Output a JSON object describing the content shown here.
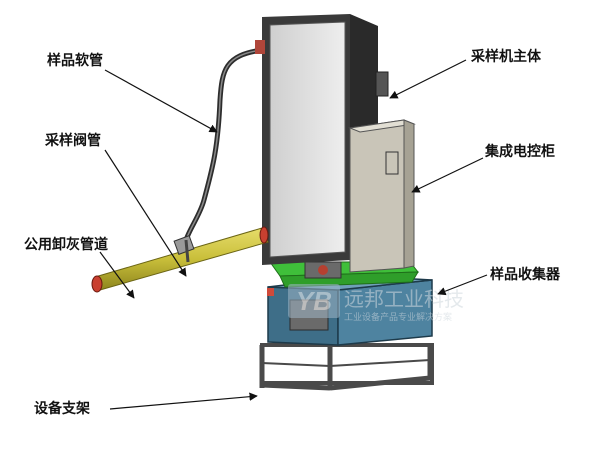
{
  "labels": {
    "sample_hose": "样品软管",
    "sampling_valve_tube": "采样阀管",
    "public_ash_pipe": "公用卸灰管道",
    "sampler_main_body": "采样机主体",
    "integrated_control_cabinet": "集成电控柜",
    "sample_collector": "样品收集器",
    "equipment_support_frame": "设备支架"
  },
  "watermark": {
    "logo_text": "YB",
    "company_name": "远邦工业科技",
    "slogan": "工业设备产品专业解决方案"
  },
  "colors": {
    "cabinet": "#d8d8d8",
    "cabinet_dark": "#3a3a3a",
    "control_box": "#c9c5b8",
    "pipe": "#c9bf3a",
    "green_frame": "#3fbf3a",
    "collector": "#3e6e88",
    "steel": "#5a5a5a"
  }
}
